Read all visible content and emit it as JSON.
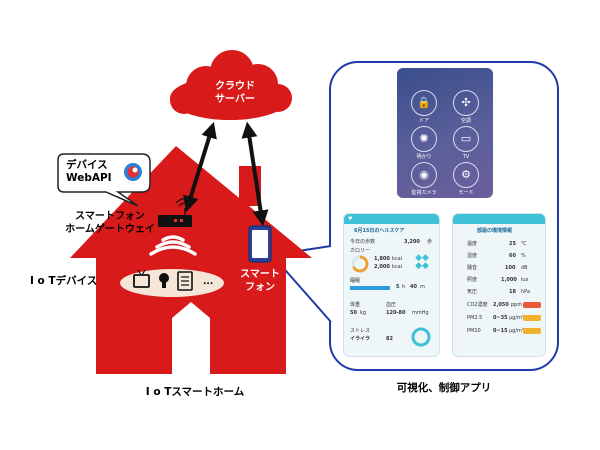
{
  "cloud": {
    "line1": "クラウド",
    "line2": "サーバー"
  },
  "webapi": {
    "line1": "デバイス",
    "line2": "WebAPI"
  },
  "gateway": {
    "line1": "スマートフォン",
    "line2": "ホームゲートウェイ"
  },
  "iot_devices": {
    "label": "I o Tデバイス",
    "more": "..."
  },
  "smartphone": {
    "line1": "スマート",
    "line2": "フォン"
  },
  "house": {
    "caption": "I o Tスマートホーム"
  },
  "apps": {
    "caption": "可視化、制御アプリ"
  },
  "control_app": {
    "buttons": [
      "ドア",
      "空調",
      "明かり",
      "TV",
      "監視カメラ",
      "モード"
    ]
  },
  "health_app": {
    "header": "6月15日のヘルスケア",
    "rows": [
      {
        "label": "今日の歩数",
        "value": "3,200",
        "unit": "歩"
      },
      {
        "label": "カロリー",
        "value": "1,800",
        "unit": "kcal"
      },
      {
        "label": "",
        "value": "2,000",
        "unit": "kcal"
      },
      {
        "label": "睡眠",
        "value": "5",
        "unit": "h"
      },
      {
        "label": "",
        "value": "40",
        "unit": "m"
      },
      {
        "label": "体重",
        "value": "50",
        "unit": "kg"
      },
      {
        "label": "血圧",
        "value": "120-80",
        "unit": "mmHg"
      },
      {
        "label": "ストレス",
        "value": "イライラ",
        "unit": ""
      },
      {
        "label": "",
        "value": "82",
        "unit": ""
      }
    ]
  },
  "env_app": {
    "header": "部屋の環境情報",
    "rows": [
      {
        "label": "温度",
        "value": "25",
        "unit": "℃"
      },
      {
        "label": "湿度",
        "value": "60",
        "unit": "%"
      },
      {
        "label": "騒音",
        "value": "100",
        "unit": "dB"
      },
      {
        "label": "照度",
        "value": "1,000",
        "unit": "lux"
      },
      {
        "label": "気圧",
        "value": "18",
        "unit": "hPa"
      },
      {
        "label": "CO2濃度",
        "value": "2,050",
        "unit": "ppm"
      },
      {
        "label": "PM2.5",
        "value": "0~35",
        "unit": "μg/m³"
      },
      {
        "label": "PM10",
        "value": "0~15",
        "unit": "μg/m³"
      }
    ]
  }
}
